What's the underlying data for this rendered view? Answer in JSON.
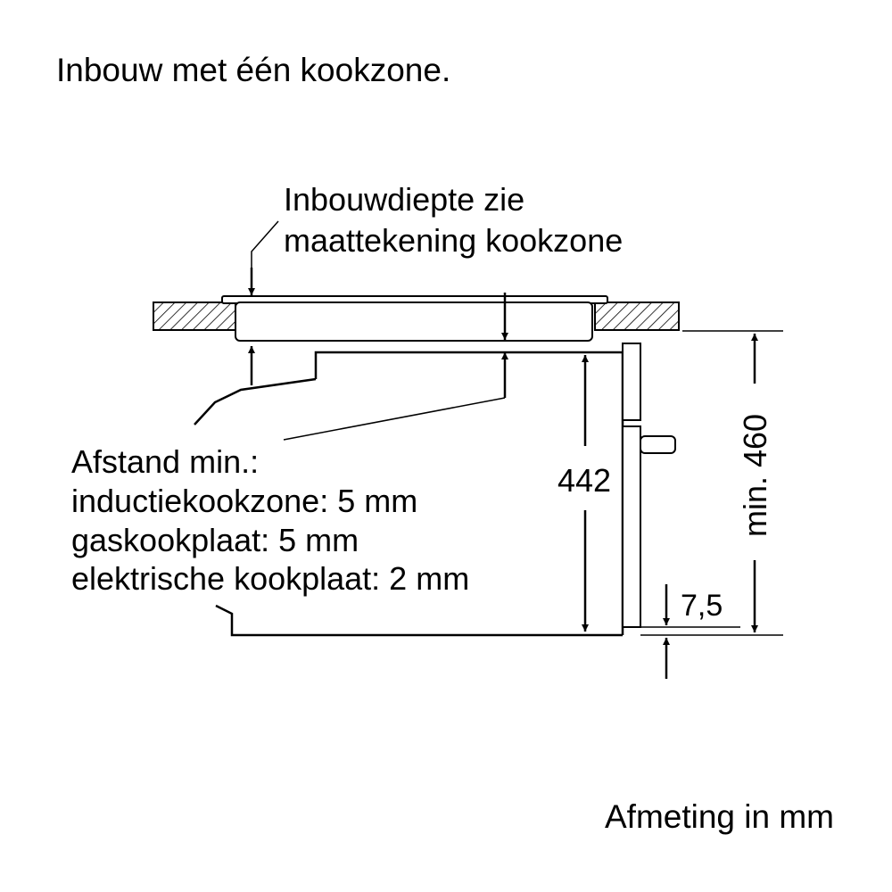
{
  "title": "Inbouw met één kookzone.",
  "depth_note": {
    "line1": "Inbouwdiepte zie",
    "line2": "maattekening kookzone"
  },
  "distance_note": {
    "line1": "Afstand min.:",
    "line2": "inductiekookzone: 5 mm",
    "line3": "gaskookplaat: 5 mm",
    "line4": "elektrische kookplaat: 2 mm"
  },
  "dimensions": {
    "appliance_height": "442",
    "niche_height": "min. 460",
    "bottom_offset": "7,5"
  },
  "unit_note": "Afmeting in mm"
}
